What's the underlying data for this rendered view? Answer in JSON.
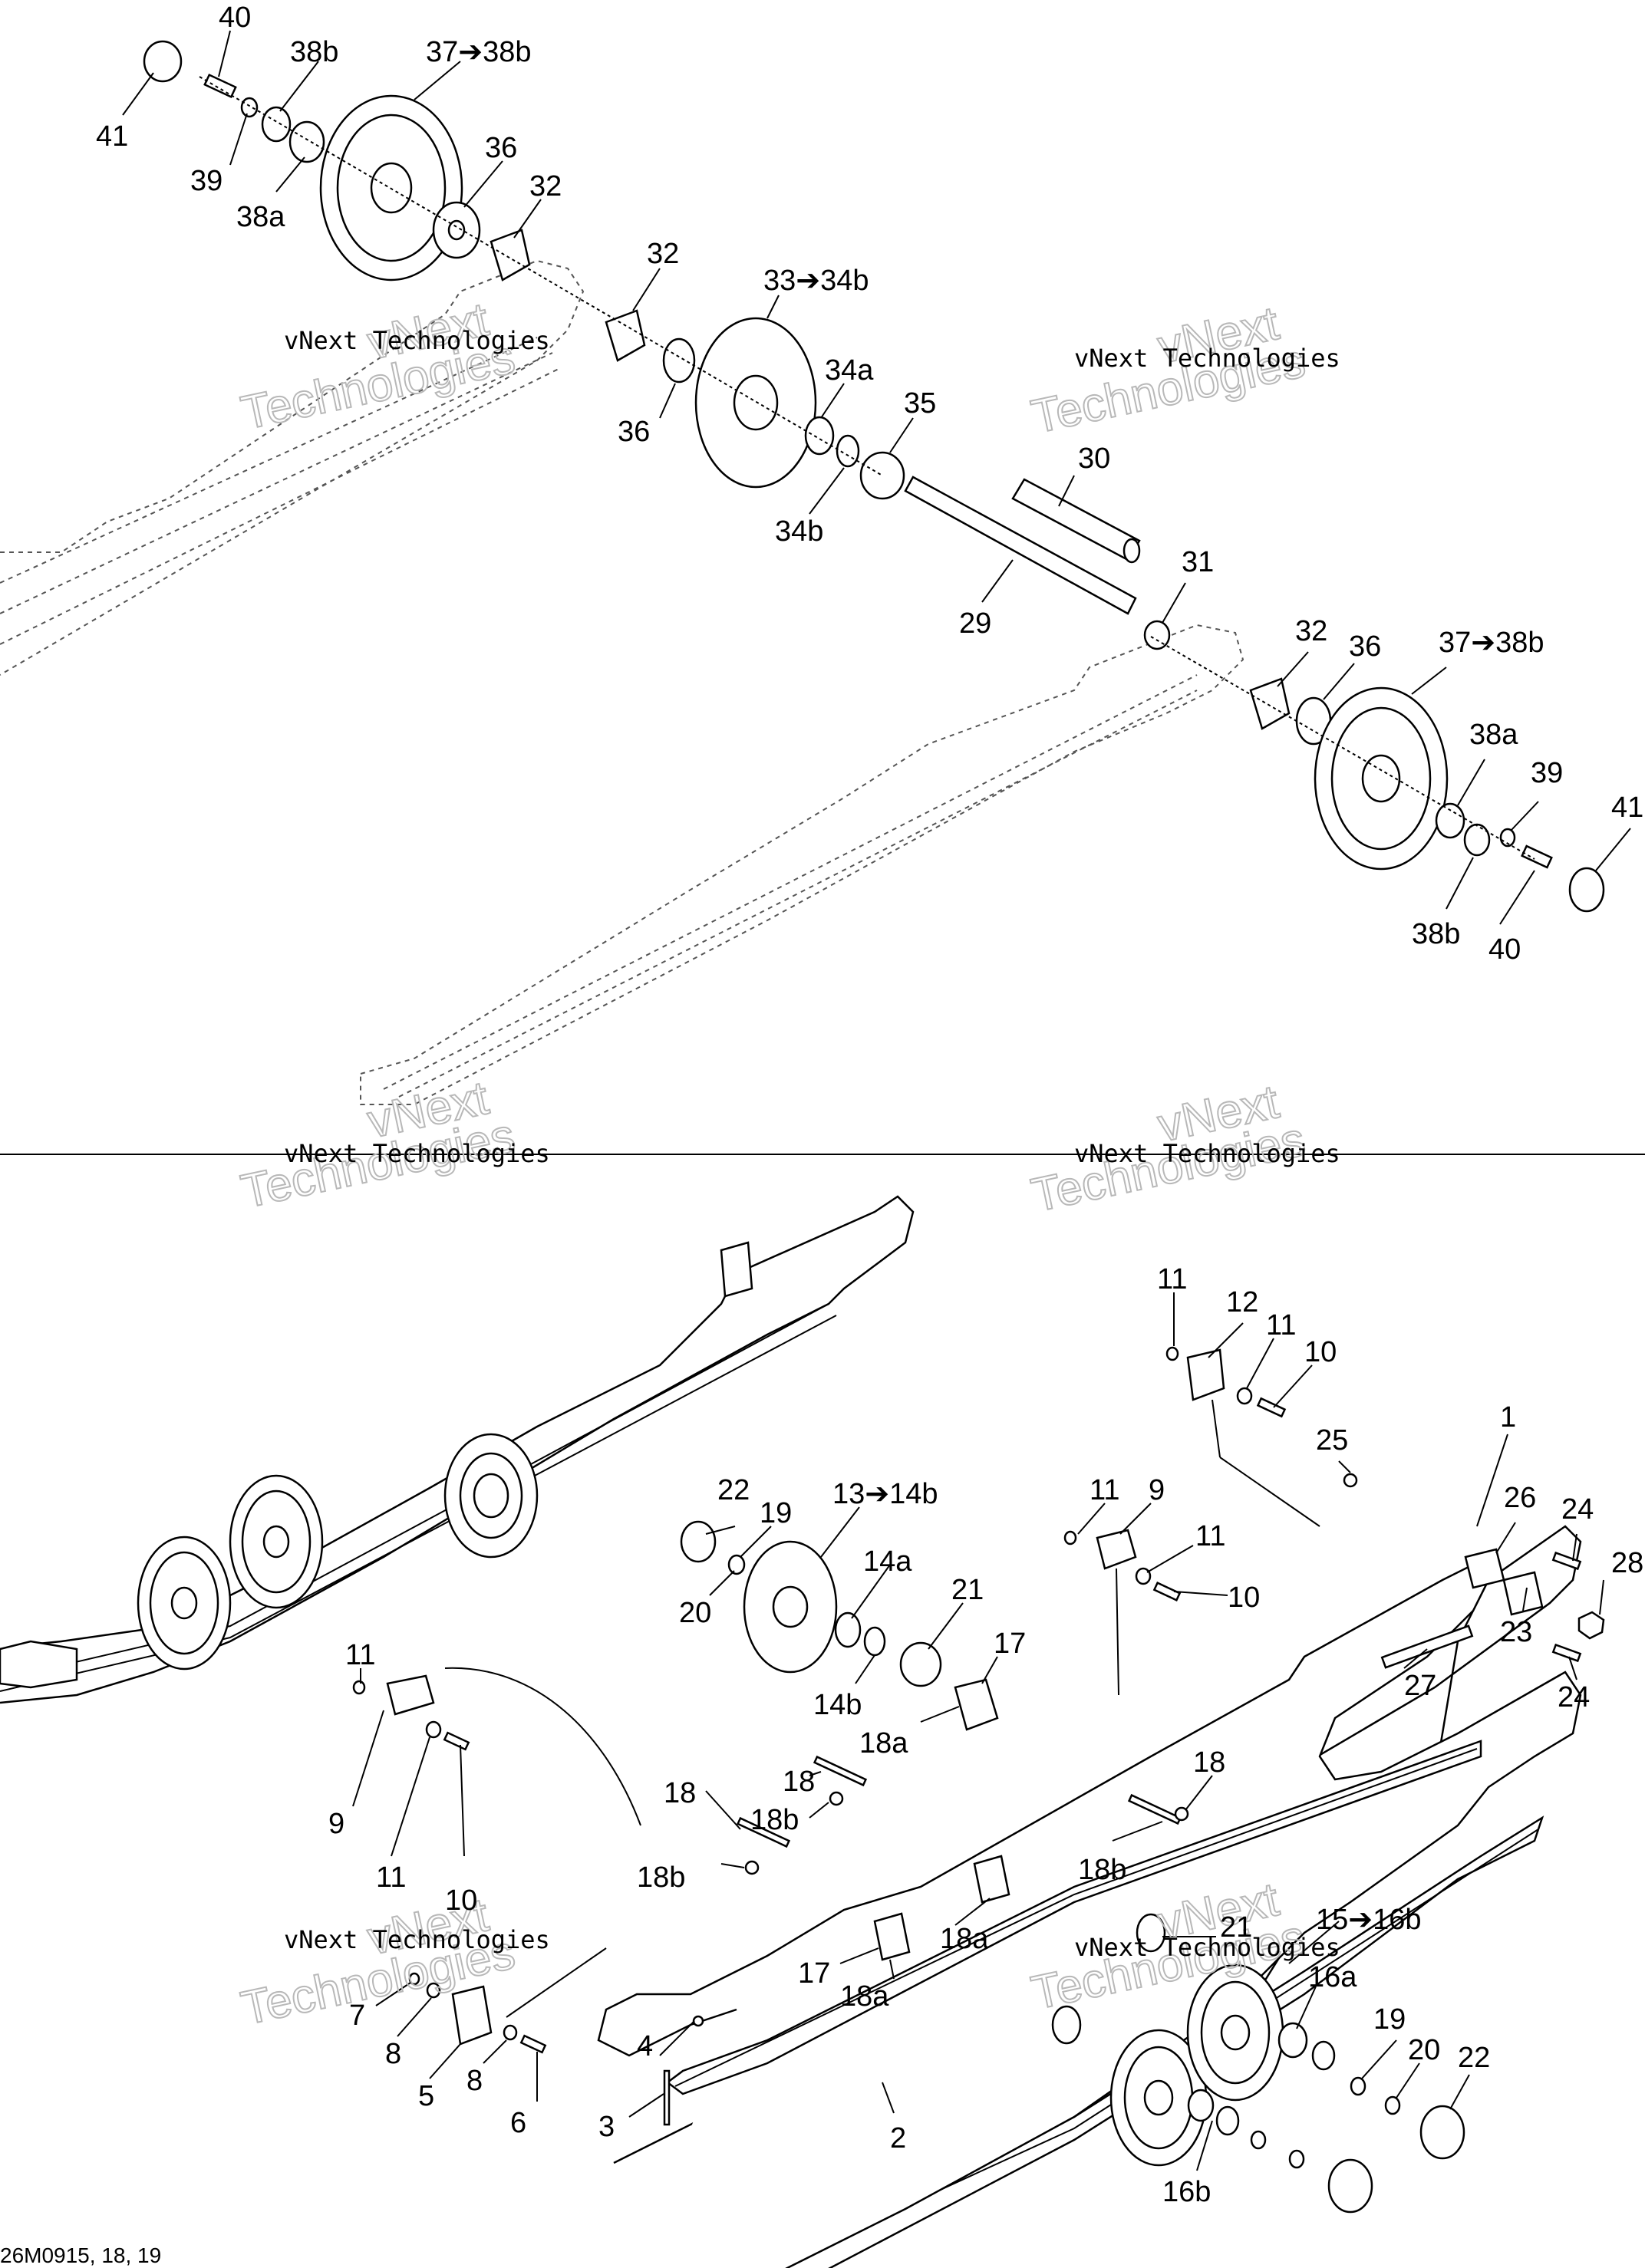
{
  "watermark": {
    "line1": "vNext Technologies",
    "line2": "vNext",
    "line3": "Technologies"
  },
  "figure_code": "26M0915, 18, 19",
  "labels": [
    {
      "id": "top-41a",
      "text": "41"
    },
    {
      "id": "top-40a",
      "text": "40"
    },
    {
      "id": "top-38b-a",
      "text": "38b"
    },
    {
      "id": "top-37-38b-a",
      "text": "37➔38b"
    },
    {
      "id": "top-39a",
      "text": "39"
    },
    {
      "id": "top-38a-a",
      "text": "38a"
    },
    {
      "id": "top-36a",
      "text": "36"
    },
    {
      "id": "top-32a",
      "text": "32"
    },
    {
      "id": "top-32b",
      "text": "32"
    },
    {
      "id": "top-33-34b",
      "text": "33➔34b"
    },
    {
      "id": "top-34a",
      "text": "34a"
    },
    {
      "id": "top-36b",
      "text": "36"
    },
    {
      "id": "top-35",
      "text": "35"
    },
    {
      "id": "top-34b",
      "text": "34b"
    },
    {
      "id": "top-30",
      "text": "30"
    },
    {
      "id": "top-31",
      "text": "31"
    },
    {
      "id": "top-29",
      "text": "29"
    },
    {
      "id": "top-32c",
      "text": "32"
    },
    {
      "id": "top-36c",
      "text": "36"
    },
    {
      "id": "top-37-38b-b",
      "text": "37➔38b"
    },
    {
      "id": "top-38a-b",
      "text": "38a"
    },
    {
      "id": "top-39b",
      "text": "39"
    },
    {
      "id": "top-41b",
      "text": "41"
    },
    {
      "id": "top-38b-b",
      "text": "38b"
    },
    {
      "id": "top-40b",
      "text": "40"
    },
    {
      "id": "bot-11a",
      "text": "11"
    },
    {
      "id": "bot-12",
      "text": "12"
    },
    {
      "id": "bot-11b",
      "text": "11"
    },
    {
      "id": "bot-10a",
      "text": "10"
    },
    {
      "id": "bot-25",
      "text": "25"
    },
    {
      "id": "bot-1",
      "text": "1"
    },
    {
      "id": "bot-26",
      "text": "26"
    },
    {
      "id": "bot-24a",
      "text": "24"
    },
    {
      "id": "bot-28",
      "text": "28"
    },
    {
      "id": "bot-23",
      "text": "23"
    },
    {
      "id": "bot-24b",
      "text": "24"
    },
    {
      "id": "bot-27",
      "text": "27"
    },
    {
      "id": "bot-22a",
      "text": "22"
    },
    {
      "id": "bot-19a",
      "text": "19"
    },
    {
      "id": "bot-13-14b",
      "text": "13➔14b"
    },
    {
      "id": "bot-14a",
      "text": "14a"
    },
    {
      "id": "bot-20a",
      "text": "20"
    },
    {
      "id": "bot-11c",
      "text": "11"
    },
    {
      "id": "bot-9a",
      "text": "9"
    },
    {
      "id": "bot-11d",
      "text": "11"
    },
    {
      "id": "bot-10b",
      "text": "10"
    },
    {
      "id": "bot-21a",
      "text": "21"
    },
    {
      "id": "bot-17a",
      "text": "17"
    },
    {
      "id": "bot-14b",
      "text": "14b"
    },
    {
      "id": "bot-18a-a",
      "text": "18a"
    },
    {
      "id": "bot-11e",
      "text": "11"
    },
    {
      "id": "bot-18-a",
      "text": "18"
    },
    {
      "id": "bot-18-b",
      "text": "18"
    },
    {
      "id": "bot-18b-a",
      "text": "18b"
    },
    {
      "id": "bot-18-c",
      "text": "18"
    },
    {
      "id": "bot-9b",
      "text": "9"
    },
    {
      "id": "bot-18b-b",
      "text": "18b"
    },
    {
      "id": "bot-11f",
      "text": "11"
    },
    {
      "id": "bot-10c",
      "text": "10"
    },
    {
      "id": "bot-18b-c",
      "text": "18b"
    },
    {
      "id": "bot-18a-b",
      "text": "18a"
    },
    {
      "id": "bot-21b",
      "text": "21"
    },
    {
      "id": "bot-15-16b",
      "text": "15➔16b"
    },
    {
      "id": "bot-17b",
      "text": "17"
    },
    {
      "id": "bot-18a-c",
      "text": "18a"
    },
    {
      "id": "bot-16a",
      "text": "16a"
    },
    {
      "id": "bot-7",
      "text": "7"
    },
    {
      "id": "bot-8a",
      "text": "8"
    },
    {
      "id": "bot-5",
      "text": "5"
    },
    {
      "id": "bot-8b",
      "text": "8"
    },
    {
      "id": "bot-6",
      "text": "6"
    },
    {
      "id": "bot-4",
      "text": "4"
    },
    {
      "id": "bot-19b",
      "text": "19"
    },
    {
      "id": "bot-20b",
      "text": "20"
    },
    {
      "id": "bot-22b",
      "text": "22"
    },
    {
      "id": "bot-3",
      "text": "3"
    },
    {
      "id": "bot-2",
      "text": "2"
    },
    {
      "id": "bot-16b",
      "text": "16b"
    }
  ]
}
